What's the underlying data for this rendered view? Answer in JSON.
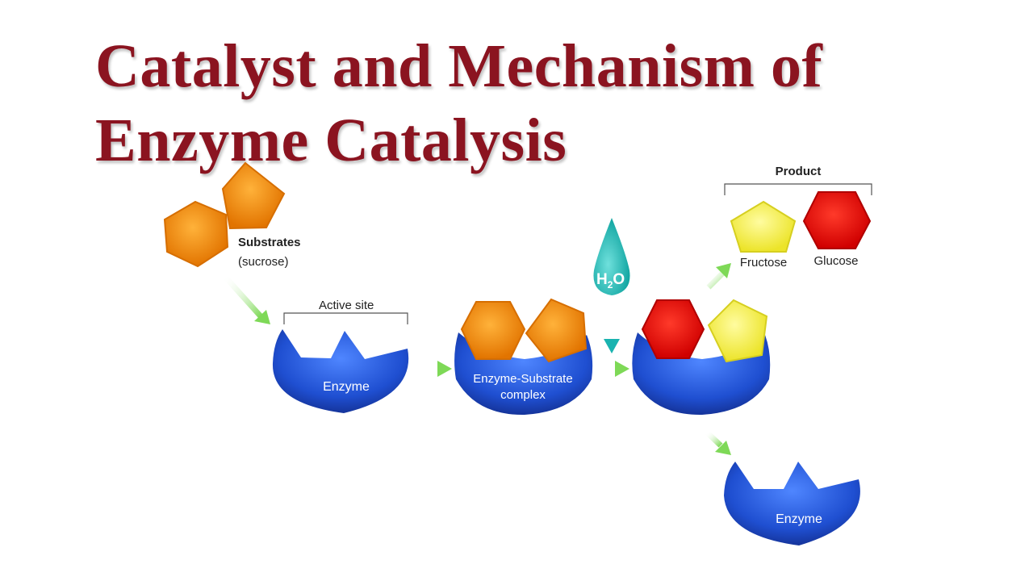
{
  "title": {
    "line1": "Catalyst and Mechanism of",
    "line2": "Enzyme Catalysis"
  },
  "labels": {
    "substrates": "Substrates",
    "substrates_sub": "(sucrose)",
    "active_site": "Active site",
    "enzyme": "Enzyme",
    "complex_line1": "Enzyme-Substrate",
    "complex_line2": "complex",
    "water_h": "H",
    "water_2": "2",
    "water_o": "O",
    "product": "Product",
    "fructose": "Fructose",
    "glucose": "Glucose",
    "enzyme_released": "Enzyme"
  },
  "colors": {
    "title": "#8b1420",
    "enzyme": "#1f4fd1",
    "substrate": "#f08a10",
    "fructose": "#f4f04a",
    "glucose": "#e21010",
    "water": "#1ab3b0",
    "arrow": "#7ed957"
  }
}
